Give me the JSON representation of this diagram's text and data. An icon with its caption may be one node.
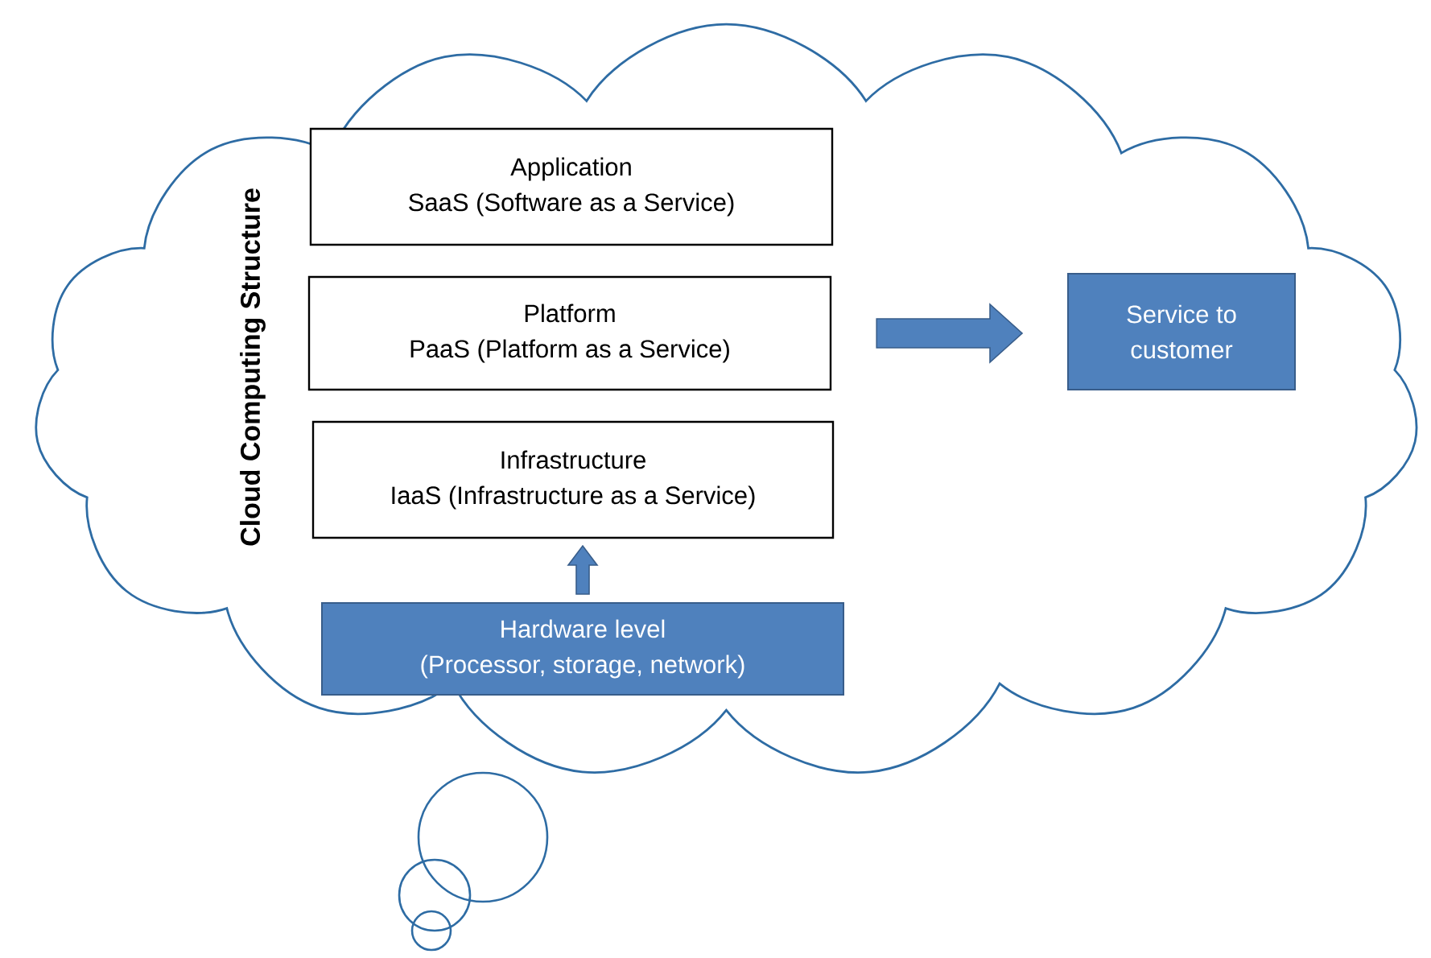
{
  "diagram": {
    "nodes": [
      {
        "text": [],
        "shape": "cloud"
      },
      {
        "text": [
          "Application",
          "SaaS (Software as a Service)"
        ],
        "in": 0
      },
      {
        "text": [
          "Platform",
          "PaaS (Platform as a Service)"
        ],
        "in": 0
      },
      {
        "text": [
          "Infrastructure",
          "IaaS (Infrastructure as a Service)"
        ],
        "in": 0
      },
      {
        "text": [
          "Hardware level",
          "(Processor, storage, network)"
        ],
        "in": 0
      },
      {
        "text": [
          "Service to customer"
        ],
        "in": 0
      }
    ],
    "edges": [
      {
        "from": 4,
        "to": 3,
        "arrow": "to"
      },
      {
        "from": 2,
        "to": 5,
        "arrow": "to"
      }
    ],
    "labels": [
      "Cloud Computing Structure"
    ]
  }
}
